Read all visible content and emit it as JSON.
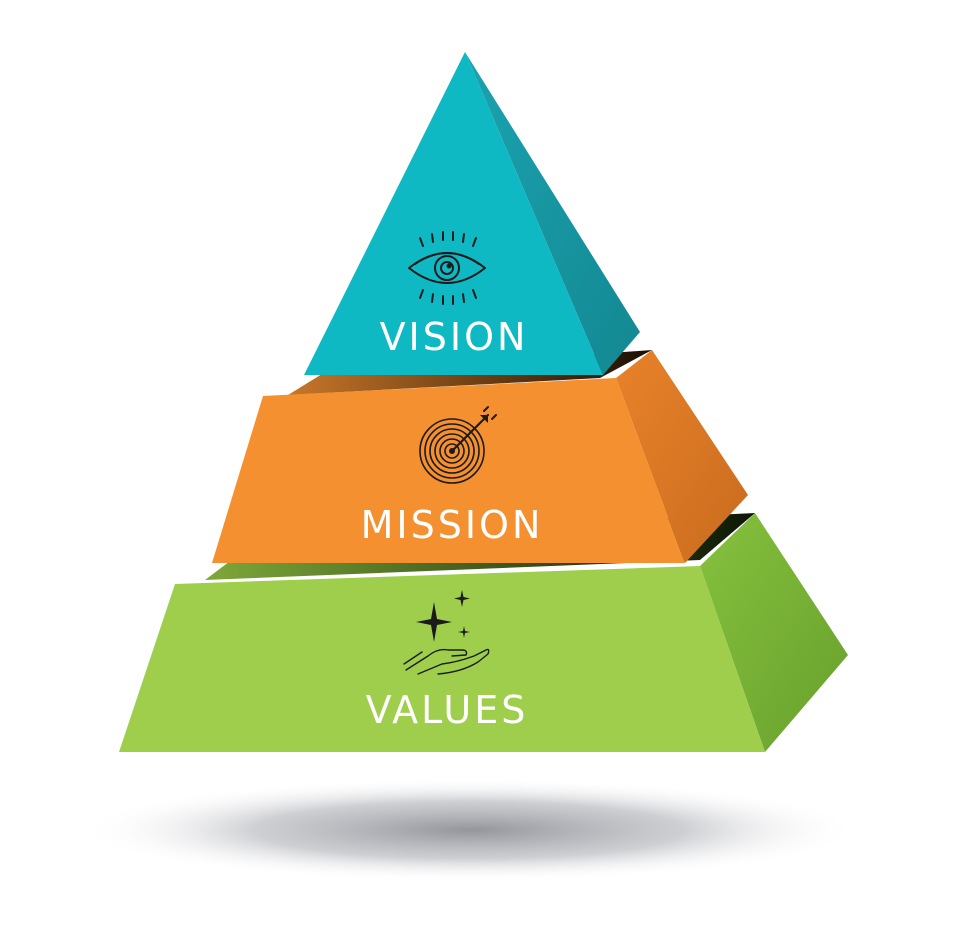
{
  "diagram": {
    "type": "pyramid",
    "tiers": [
      {
        "label": "VISION",
        "icon": "eye-icon",
        "color": "#0fb9c4"
      },
      {
        "label": "MISSION",
        "icon": "target-arrow-icon",
        "color": "#f4902f"
      },
      {
        "label": "VALUES",
        "icon": "hand-sparkles-icon",
        "color": "#9fce4c"
      }
    ]
  }
}
